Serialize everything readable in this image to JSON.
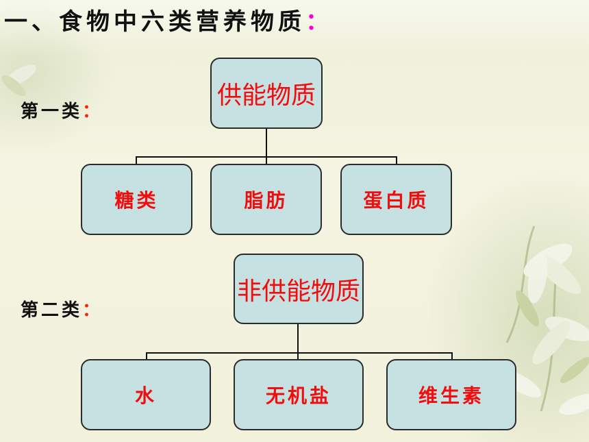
{
  "title": {
    "text": "一、食物中六类营养物质",
    "colon": "："
  },
  "category1": {
    "label": "第一类",
    "colon": "：",
    "root": "供能物质",
    "children": [
      "糖类",
      "脂肪",
      "蛋白质"
    ]
  },
  "category2": {
    "label": "第二类",
    "colon": "：",
    "root": "非供能物质",
    "children": [
      "水",
      "无机盐",
      "维生素"
    ]
  },
  "colors": {
    "box_fill": "#c6e1e1",
    "box_text": "#f10d0d",
    "title_colon": "#ff00cc",
    "label_colon": "#ff2200"
  }
}
